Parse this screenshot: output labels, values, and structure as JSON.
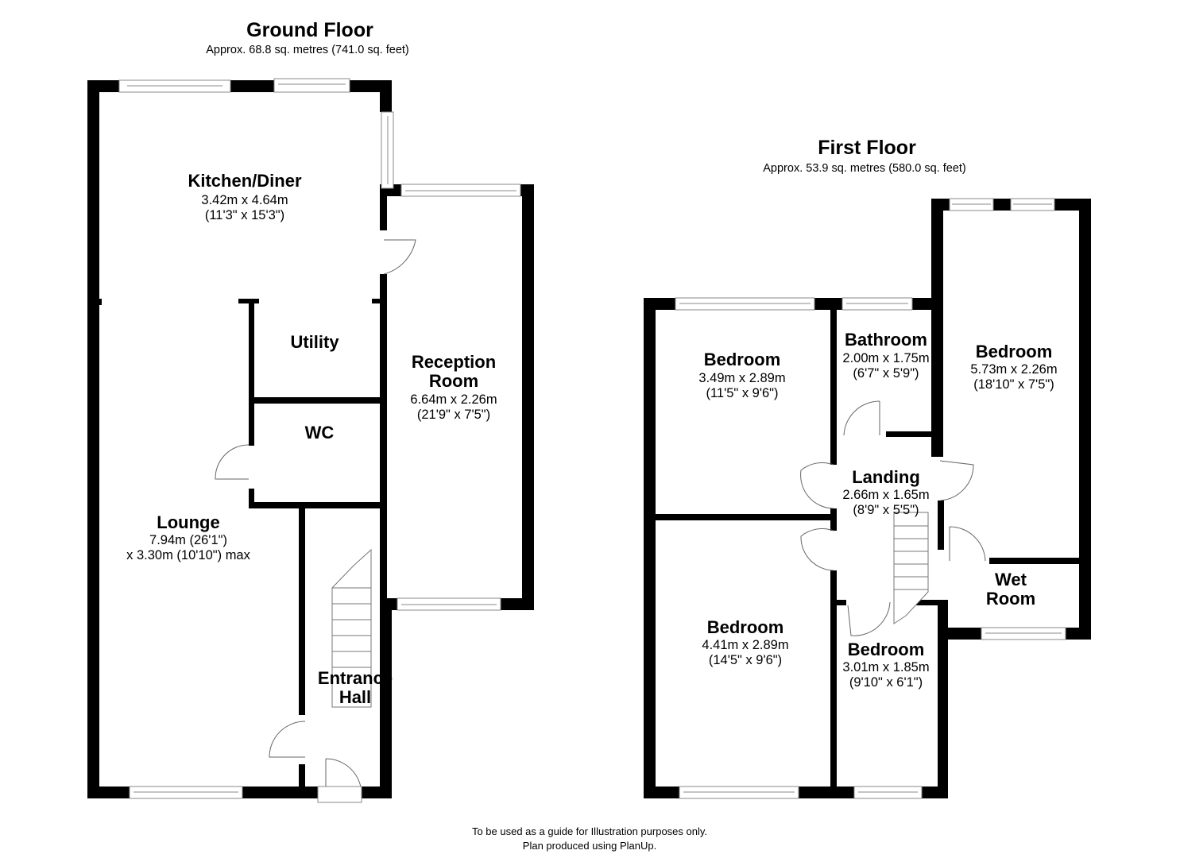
{
  "ground_floor": {
    "title": "Ground Floor",
    "area": "Approx. 68.8 sq. metres (741.0 sq. feet)",
    "rooms": {
      "kitchen": {
        "name": "Kitchen/Diner",
        "dim1": "3.42m x 4.64m",
        "dim2": "(11'3\" x 15'3\")"
      },
      "utility": {
        "name": "Utility"
      },
      "wc": {
        "name": "WC"
      },
      "reception": {
        "name1": "Reception",
        "name2": "Room",
        "dim1": "6.64m x 2.26m",
        "dim2": "(21'9\" x 7'5\")"
      },
      "lounge": {
        "name": "Lounge",
        "dim1": "7.94m (26'1\")",
        "dim2": "x 3.30m (10'10\") max"
      },
      "hall": {
        "name1": "Entrance",
        "name2": "Hall"
      }
    }
  },
  "first_floor": {
    "title": "First Floor",
    "area": "Approx. 53.9 sq. metres (580.0 sq. feet)",
    "rooms": {
      "bedroom1": {
        "name": "Bedroom",
        "dim1": "3.49m x 2.89m",
        "dim2": "(11'5\" x 9'6\")"
      },
      "bathroom": {
        "name": "Bathroom",
        "dim1": "2.00m x 1.75m",
        "dim2": "(6'7\" x 5'9\")"
      },
      "bedroom2": {
        "name": "Bedroom",
        "dim1": "5.73m x 2.26m",
        "dim2": "(18'10\" x 7'5\")"
      },
      "landing": {
        "name": "Landing",
        "dim1": "2.66m x 1.65m",
        "dim2": "(8'9\" x 5'5\")"
      },
      "wetroom": {
        "name1": "Wet",
        "name2": "Room"
      },
      "bedroom3": {
        "name": "Bedroom",
        "dim1": "4.41m x 2.89m",
        "dim2": "(14'5\" x 9'6\")"
      },
      "bedroom4": {
        "name": "Bedroom",
        "dim1": "3.01m x 1.85m",
        "dim2": "(9'10\" x 6'1\")"
      }
    }
  },
  "footer": {
    "line1": "To be used as a guide for Illustration purposes only.",
    "line2": "Plan produced using PlanUp."
  }
}
